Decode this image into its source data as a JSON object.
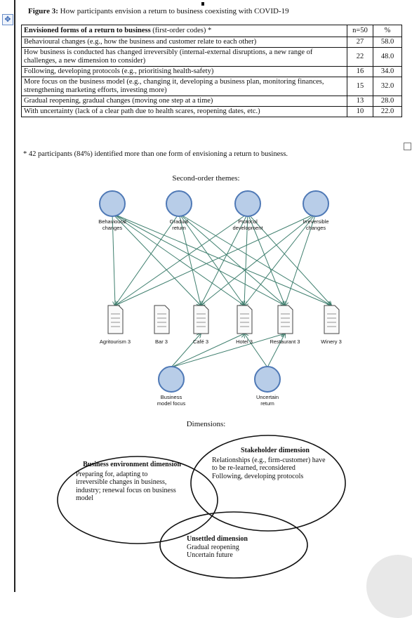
{
  "figure": {
    "label": "Figure 3:",
    "title": "How participants envision a return to business coexisting with COVID-19",
    "table": {
      "header": {
        "col1_bold": "Envisioned forms of a return to business",
        "col1_rest": " (first-order codes) *",
        "col2": "n=50",
        "col3": "%"
      },
      "rows": [
        {
          "label": "Behavioural changes (e.g., how the business and customer relate to each other)",
          "n": "27",
          "pct": "58.0"
        },
        {
          "label": "How business is conducted has changed irreversibly (internal-external disruptions, a new range of challenges, a new dimension to consider)",
          "n": "22",
          "pct": "48.0"
        },
        {
          "label": "Following, developing protocols (e.g., prioritising health-safety)",
          "n": "16",
          "pct": "34.0"
        },
        {
          "label": "More focus on the business model (e.g., changing it, developing a business plan, monitoring finances, strengthening marketing efforts, investing more)",
          "n": "15",
          "pct": "32.0"
        },
        {
          "label": "Gradual reopening, gradual changes (moving one step at a time)",
          "n": "13",
          "pct": "28.0"
        },
        {
          "label": "With uncertainty (lack of a clear path due to health scares, reopening dates, etc.)",
          "n": "10",
          "pct": "22.0"
        }
      ]
    },
    "footnote": "* 42 participants (84%) identified more than one form of envisioning a return to business."
  },
  "network": {
    "heading": "Second-order themes:",
    "themes": [
      "Behavioural changes",
      "Gradual return",
      "Protocol development",
      "Irreversible changes"
    ],
    "documents": [
      "Agritourism 3",
      "Bar 3",
      "Café 3",
      "Hotel 3",
      "Restaurant 3",
      "Winery 3"
    ],
    "bottom_themes": [
      "Business model focus",
      "Uncertain return"
    ]
  },
  "dimensions": {
    "heading": "Dimensions:",
    "business": {
      "title": "Business environment dimension",
      "body": "Preparing for, adapting to irreversible changes in business, industry; renewal focus on business model"
    },
    "stakeholder": {
      "title": "Stakeholder dimension",
      "body1": "Relationships (e.g., firm-customer) have to be re-learned, reconsidered",
      "body2": "Following, developing protocols"
    },
    "unsettled": {
      "title": "Unsettled dimension",
      "body1": "Gradual reopening",
      "body2": "Uncertain future"
    }
  },
  "colors": {
    "node_fill": "#b8cde8",
    "node_stroke": "#4f79b6",
    "arrow": "#3f7f6e"
  }
}
